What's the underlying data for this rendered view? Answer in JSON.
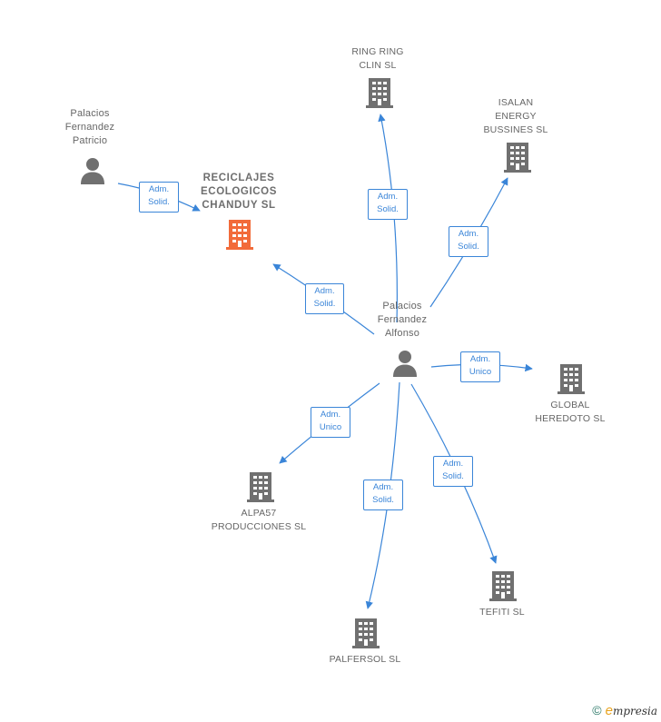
{
  "colors": {
    "edge": "#3a85d8",
    "node_gray": "#707070",
    "node_focus": "#f26b3a"
  },
  "nodes": {
    "ring_ring": {
      "label": "RING RING\nCLIN  SL",
      "icon": "building-icon"
    },
    "isalan": {
      "label": "ISALAN\nENERGY\nBUSSINES  SL",
      "icon": "building-icon"
    },
    "reciclajes": {
      "label": "RECICLAJES\nECOLOGICOS\nCHANDUY  SL",
      "icon": "building-icon"
    },
    "patricio": {
      "label": "Palacios\nFernandez\nPatricio",
      "icon": "person-icon"
    },
    "alfonso": {
      "label": "Palacios\nFernandez\nAlfonso",
      "icon": "person-icon"
    },
    "global": {
      "label": "GLOBAL\nHEREDOTO  SL",
      "icon": "building-icon"
    },
    "alpa57": {
      "label": "ALPA57\nPRODUCCIONES SL",
      "icon": "building-icon"
    },
    "palfersol": {
      "label": "PALFERSOL  SL",
      "icon": "building-icon"
    },
    "tefiti": {
      "label": "TEFITI  SL",
      "icon": "building-icon"
    }
  },
  "edges": [
    {
      "id": "patricio-reciclajes",
      "label": "Adm.\nSolid."
    },
    {
      "id": "alfonso-reciclajes",
      "label": "Adm.\nSolid."
    },
    {
      "id": "alfonso-ringring",
      "label": "Adm.\nSolid."
    },
    {
      "id": "alfonso-isalan",
      "label": "Adm.\nSolid."
    },
    {
      "id": "alfonso-global",
      "label": "Adm.\nUnico"
    },
    {
      "id": "alfonso-alpa57",
      "label": "Adm.\nUnico"
    },
    {
      "id": "alfonso-palfersol",
      "label": "Adm.\nSolid."
    },
    {
      "id": "alfonso-tefiti",
      "label": "Adm.\nSolid."
    }
  ],
  "brand": {
    "copyright": "©",
    "initial": "e",
    "name": "mpresia"
  }
}
